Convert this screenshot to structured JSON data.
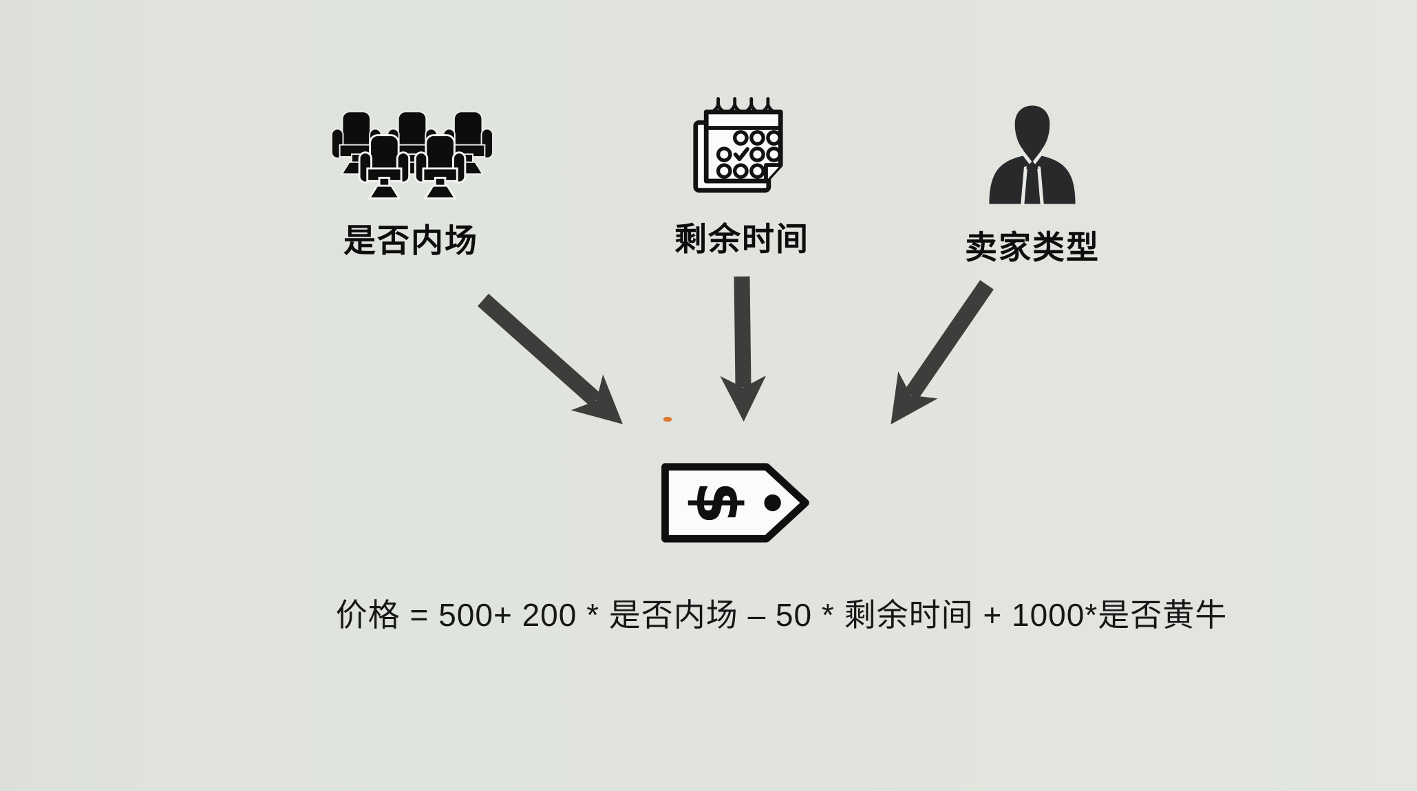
{
  "slide": {
    "background_color": "#e0e3dd",
    "formula": "价格 = 500+ 200 * 是否内场 – 50 * 剩余时间 + 1000*是否黄牛"
  },
  "factors": [
    {
      "label": "是否内场",
      "icon": "theater-seats-icon"
    },
    {
      "label": "剩余时间",
      "icon": "calendar-checklist-icon"
    },
    {
      "label": "卖家类型",
      "icon": "businessman-icon"
    }
  ],
  "target": {
    "icon": "price-tag-icon",
    "currency_symbol": "$"
  },
  "colors": {
    "icon_black": "#0d0d0d",
    "arrow_gray": "#3d3d3b",
    "suit_charcoal": "#27292b",
    "paper_white": "#fbfbf9",
    "formula_text": "#171717",
    "marker_orange": "#dd7a2e"
  }
}
